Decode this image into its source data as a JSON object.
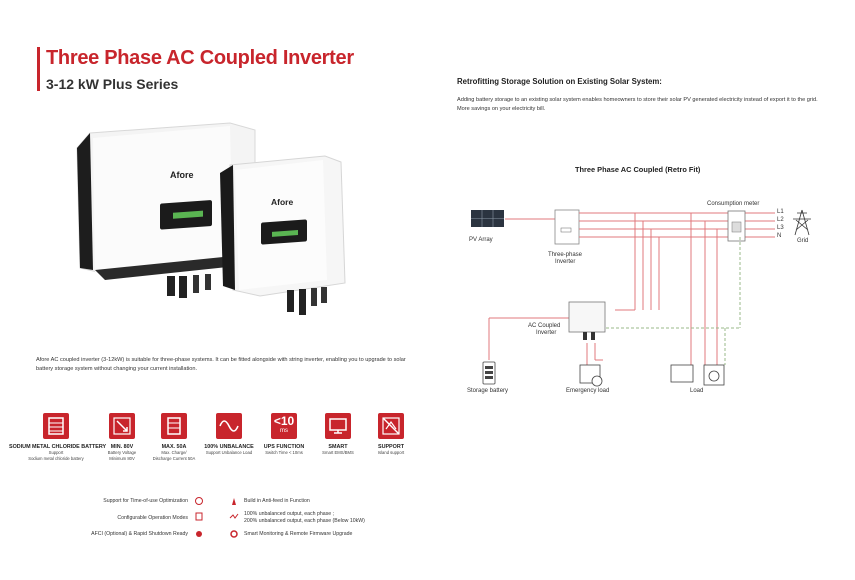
{
  "header": {
    "title": "Three Phase AC Coupled Inverter",
    "subtitle": "3-12 kW Plus Series"
  },
  "product": {
    "brand_large": "Afore",
    "brand_small": "Afore",
    "description": "Afore AC coupled inverter (3-12kW) is suitable for three-phase systems. It can be fitted alongside with string inverter, enabling you to upgrade to solar battery storage system without changing your current installation."
  },
  "features": [
    {
      "icon": "battery-cells-icon",
      "title": "SODIUM METAL CHLORIDE BATTERY",
      "sub": "Support\nSodium metal chloride battery"
    },
    {
      "icon": "voltage-arrows-icon",
      "title": "MIN. 80V",
      "sub": "Battery Voltage\nMinimum 80V"
    },
    {
      "icon": "current-stack-icon",
      "title": "MAX. 50A",
      "sub": "Max. Charge/\nDischarge Current 50A"
    },
    {
      "icon": "sine-wave-icon",
      "title": "100% UNBALANCE",
      "sub": "Support Unbalance Load"
    },
    {
      "icon": "ups-timer-icon",
      "title": "UPS FUNCTION",
      "sub": "Switch Time < 10ms",
      "badge_big": "<10",
      "badge_small": "ms"
    },
    {
      "icon": "monitor-icon",
      "title": "SMART",
      "sub": "Smart EMS/BMS"
    },
    {
      "icon": "island-icon",
      "title": "SUPPORT",
      "sub": "Island support"
    }
  ],
  "bullets_left": [
    {
      "icon": "clock-icon",
      "label": "Support for Time-of-use Optimization"
    },
    {
      "icon": "modes-icon",
      "label": "Configurable Operation Modes"
    },
    {
      "icon": "afci-icon",
      "label": "AFCI (Optional) & Rapid Shutdown Ready"
    }
  ],
  "bullets_right": [
    {
      "icon": "anti-feed-icon",
      "label": "Build in Anti-feed in Function"
    },
    {
      "icon": "unbalance-icon",
      "label": "100% unbalanced output, each phase ;\n200% unbalanced output, each phase (Below 10kW)"
    },
    {
      "icon": "gear-icon",
      "label": "Smart Monitoring & Remote Firmware Upgrade"
    }
  ],
  "retrofit": {
    "heading": "Retrofitting Storage Solution on Existing Solar System:",
    "body": "Adding battery storage to an existing solar system enables homeowners to store their solar PV generated electricity instead of export it to the grid. More savings on your electricity bill."
  },
  "diagram": {
    "title": "Three Phase AC Coupled (Retro Fit)",
    "labels": {
      "pv": "PV Array",
      "three_phase_1": "Three-phase",
      "three_phase_2": "Inverter",
      "meter": "Consumption meter",
      "l1": "L1",
      "l2": "L2",
      "l3": "L3",
      "n": "N",
      "grid": "Grid",
      "ac_1": "AC Coupled",
      "ac_2": "Inverter",
      "battery": "Storage battery",
      "emergency": "Emergency load",
      "load": "Load"
    },
    "colors": {
      "red": "#c8252c",
      "line": "#e0797c",
      "dash": "#9ab98a"
    }
  }
}
